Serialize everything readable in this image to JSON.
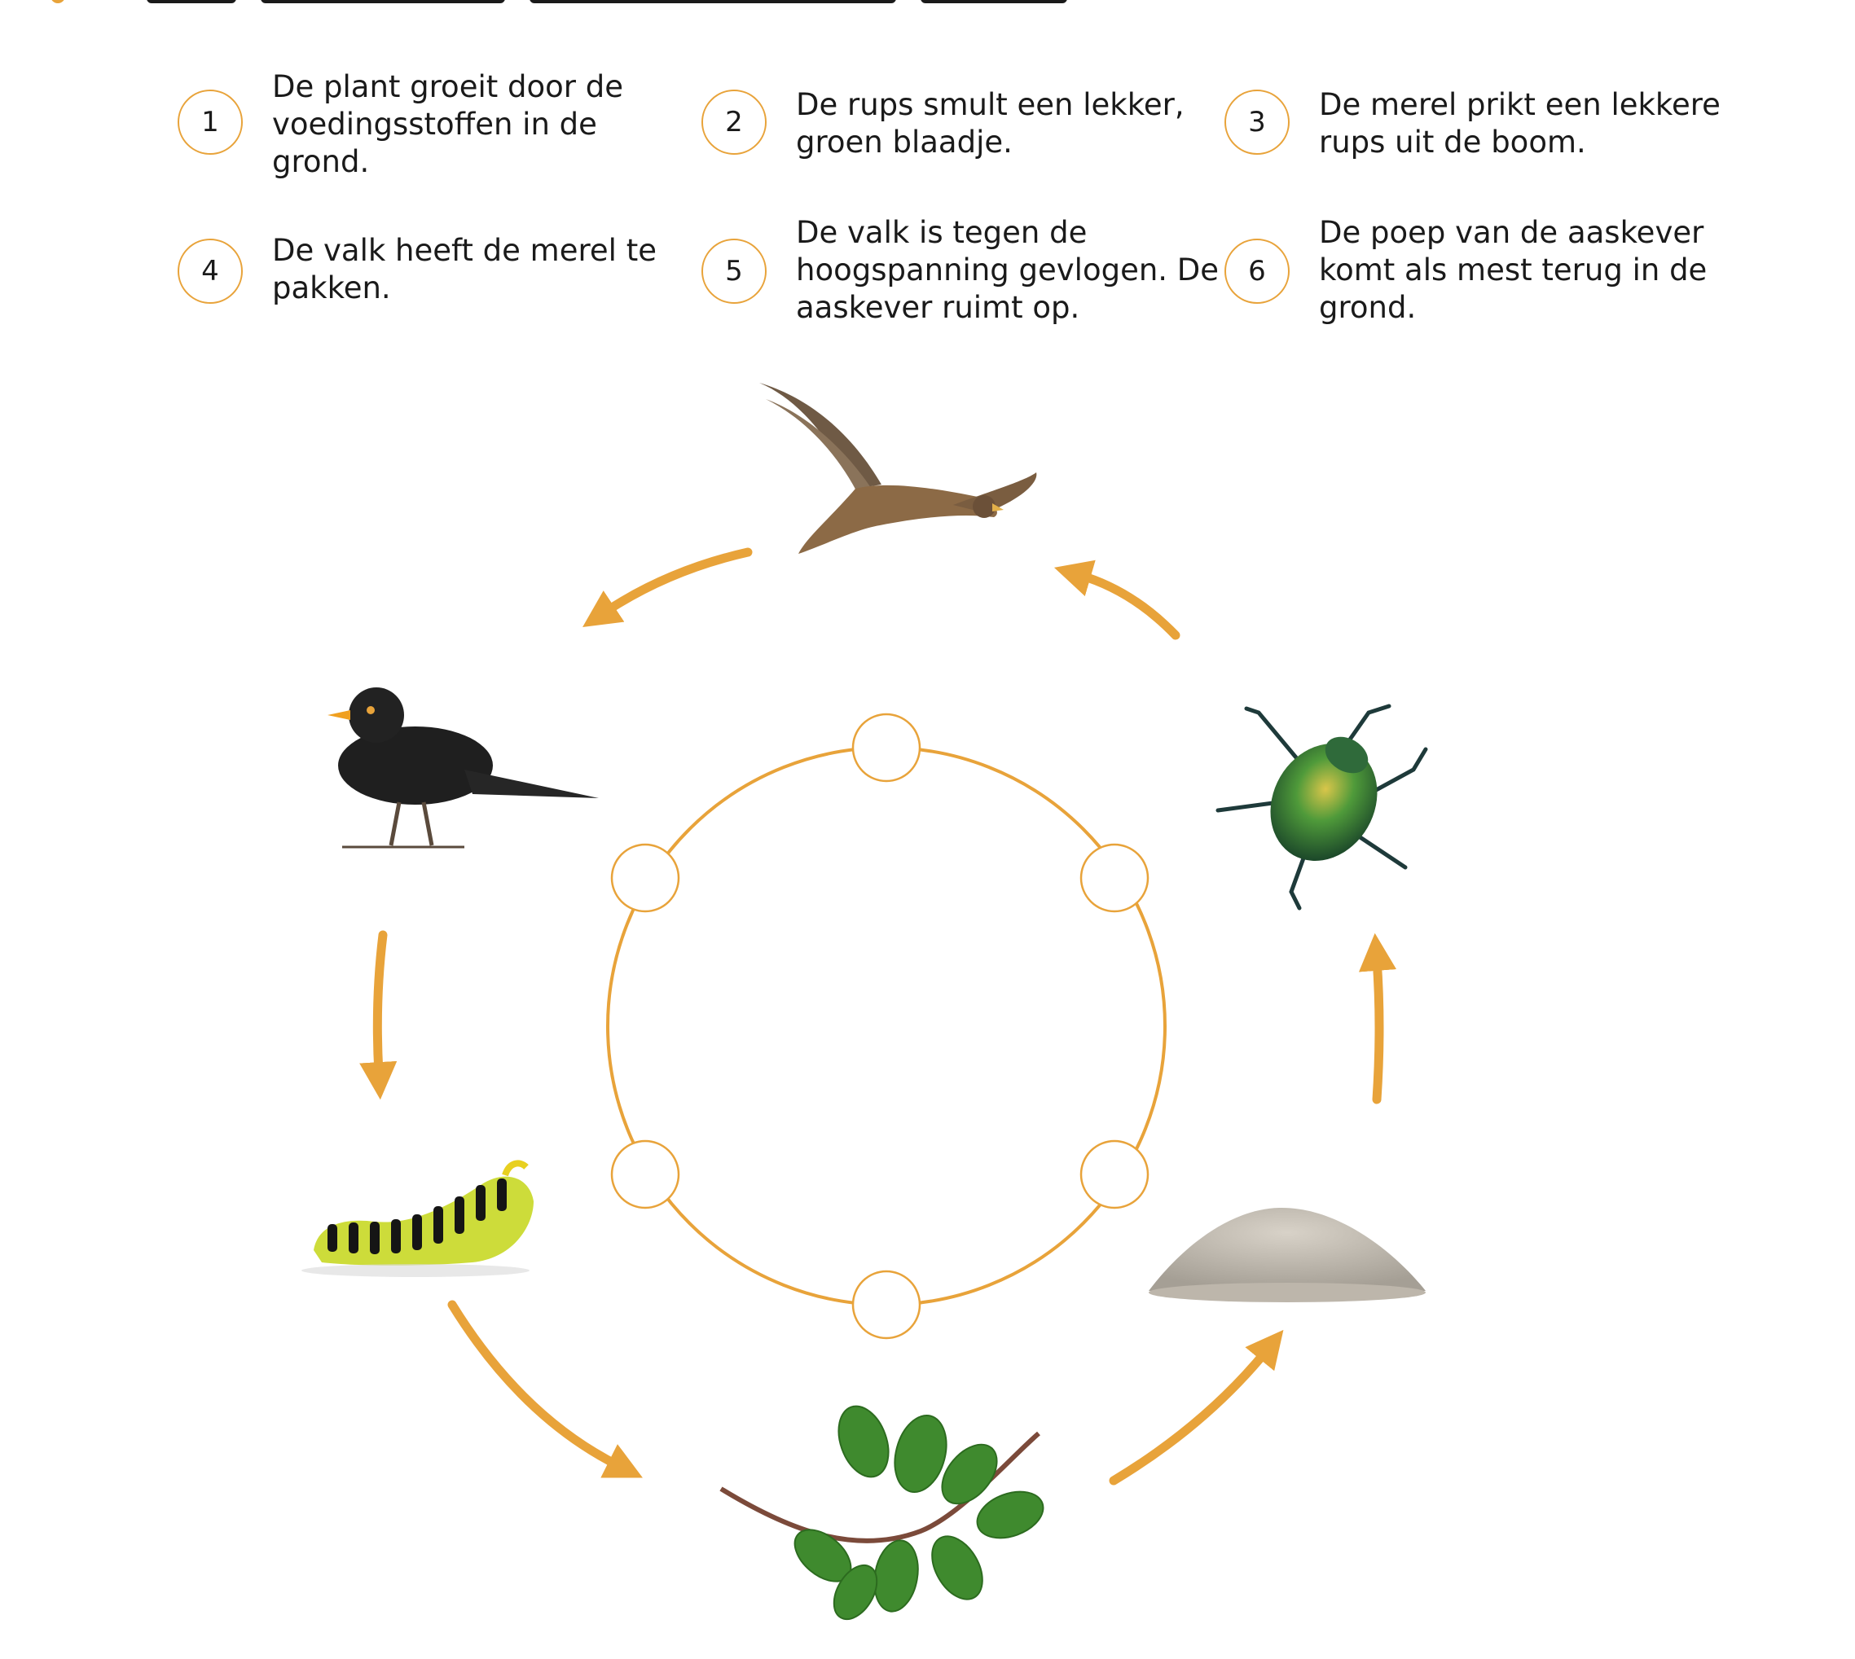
{
  "statements": [
    {
      "number": "1",
      "text": "De plant groeit door de voedingsstoffen in de grond."
    },
    {
      "number": "2",
      "text": "De rups smult een lekker, groen blaadje."
    },
    {
      "number": "3",
      "text": "De merel prikt een lekkere rups uit de boom."
    },
    {
      "number": "4",
      "text": "De valk heeft de merel te pakken."
    },
    {
      "number": "5",
      "text": "De valk is tegen de hoogspanning gevlogen. De aaskever ruimt op."
    },
    {
      "number": "6",
      "text": "De poep van de aaskever komt als mest terug in de grond."
    }
  ],
  "cycle_items": [
    "falcon",
    "blackbird",
    "caterpillar",
    "plant-branch",
    "fertilizer-granules",
    "scarab-beetle"
  ],
  "answer_slots": [
    "",
    "",
    "",
    "",
    "",
    ""
  ],
  "colors": {
    "accent": "#e8a33a",
    "text": "#1a1a1a"
  }
}
